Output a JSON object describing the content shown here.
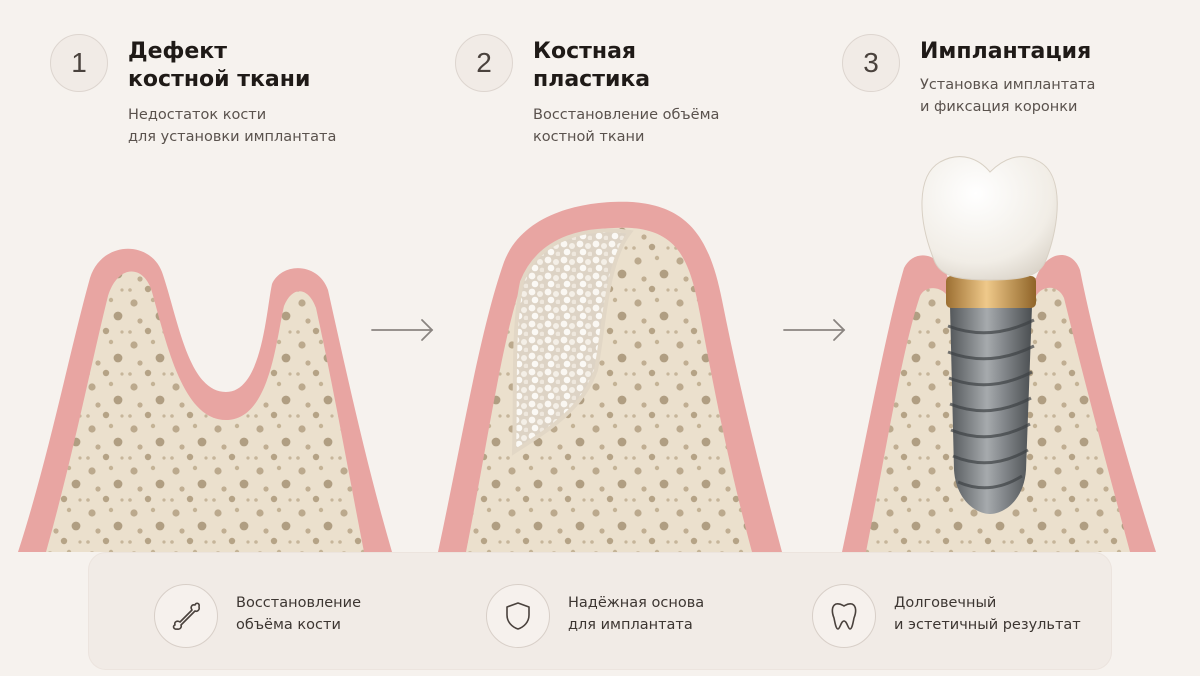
{
  "steps": [
    {
      "number": "1",
      "title": "Дефект\nкостной ткани",
      "description": "Недостаток кости\nдля установки имплантата"
    },
    {
      "number": "2",
      "title": "Костная\nпластика",
      "description": "Восстановление объёма\nкостной ткани"
    },
    {
      "number": "3",
      "title": "Имплантация",
      "description": "Установка имплантата\nи фиксация коронки"
    }
  ],
  "features": [
    {
      "icon": "bone-icon",
      "text": "Восстановление\nобъёма кости"
    },
    {
      "icon": "shield-icon",
      "text": "Надёжная основа\nдля имплантата"
    },
    {
      "icon": "tooth-icon",
      "text": "Долговечный\nи эстетичный результат"
    }
  ],
  "colors": {
    "background": "#f6f2ee",
    "gum": "#e8a5a2",
    "bone": "#ebe0cd",
    "implant": "#7f8386",
    "abutment": "#c9994f",
    "crown": "#f8f6f2"
  }
}
